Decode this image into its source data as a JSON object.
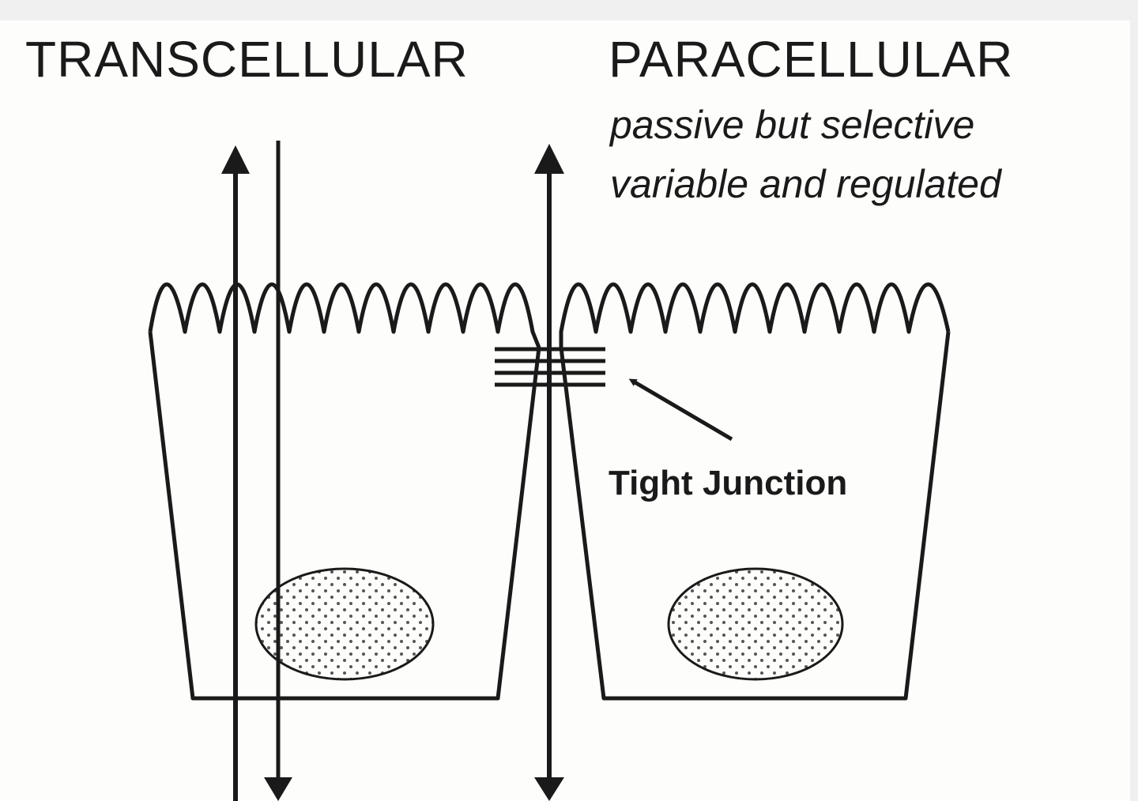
{
  "labels": {
    "transcellular": "TRANSCELLULAR",
    "paracellular": "PARACELLULAR",
    "paracellular_line1": "passive but selective",
    "paracellular_line2": "variable and regulated",
    "tight_junction": "Tight Junction"
  },
  "colors": {
    "ink": "#1a1a1a",
    "panel": "#fdfdfb",
    "page": "#f0f0f0"
  }
}
